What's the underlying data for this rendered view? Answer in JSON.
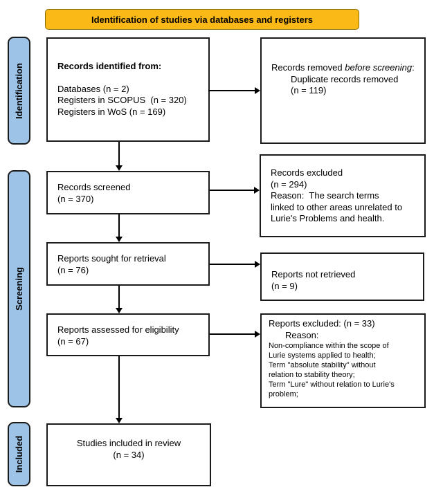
{
  "banner": {
    "label": "Identification of studies via databases and registers"
  },
  "colors": {
    "banner_bg": "#FBB917",
    "stage_bg": "#9DC3E6",
    "box_border": "#1a1a1a",
    "arrow": "#000000"
  },
  "stages": {
    "identification": "Identification",
    "screening": "Screening",
    "included": "Included"
  },
  "boxes": {
    "records_identified": {
      "title": "Records identified from:",
      "line1": "Databases (n = 2)",
      "line2": "Registers in SCOPUS  (n = 320)",
      "line3": "Registers in WoS (n = 169)"
    },
    "records_removed": {
      "pre": "Records removed ",
      "italic": "before screening",
      "post": ":",
      "line1": "Duplicate records removed",
      "line2": "(n = 119)"
    },
    "records_screened": {
      "line1": "Records screened",
      "line2": "(n = 370)"
    },
    "records_excluded": {
      "line1": "Records excluded",
      "line2": "(n = 294)",
      "line3": "Reason:  The search terms",
      "line4": "linked to other areas unrelated to",
      "line5": "Lurie's Problems and health."
    },
    "reports_sought": {
      "line1": "Reports sought for retrieval",
      "line2": "(n = 76)"
    },
    "reports_not_retrieved": {
      "line1": "Reports not retrieved",
      "line2": "(n = 9)"
    },
    "reports_assessed": {
      "line1": "Reports assessed for eligibility",
      "line2": "(n = 67)"
    },
    "reports_excluded": {
      "line1": "Reports excluded: (n = 33)",
      "line2": "Reason:",
      "line3": "Non-compliance within the scope of",
      "line4": "Lurie systems applied to health;",
      "line5": "Term \"absolute stability\" without",
      "line6": "relation to stability theory;",
      "line7": "Term \"Lure\" without relation to Lurie's",
      "line8": "problem;"
    },
    "studies_included": {
      "line1": "Studies included in review",
      "line2": "(n = 34)"
    }
  }
}
